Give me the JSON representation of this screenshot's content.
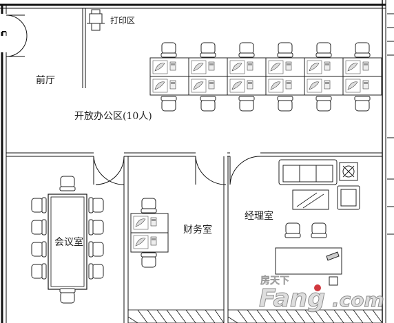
{
  "rooms": {
    "print_area": "打印区",
    "lobby": "前厅",
    "open_office": "开放办公区(10人)",
    "meeting_room": "会议室",
    "finance_room": "财务室",
    "manager_room": "经理室"
  },
  "watermark": {
    "brand_top": "房天下",
    "brand_main": "Fang",
    "brand_suffix": ".com",
    "brand_color": "#c9161d"
  }
}
